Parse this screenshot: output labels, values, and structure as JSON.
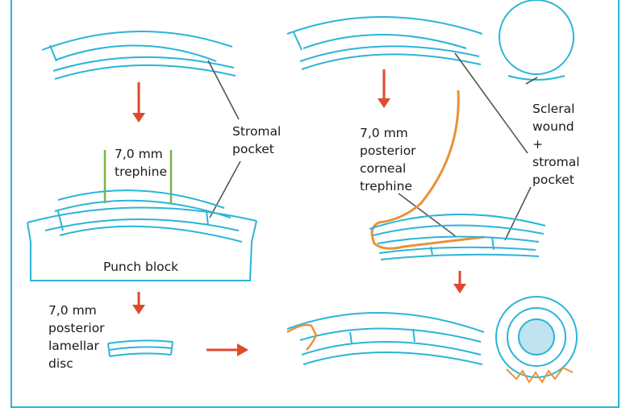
{
  "labels": {
    "stromal_pocket_left": [
      "Stromal",
      "pocket"
    ],
    "trephine_left": [
      "7,0 mm",
      "trephine"
    ],
    "punch_block": "Punch block",
    "posterior_lamellar_disc": [
      "7,0 mm",
      "posterior",
      "lamellar",
      "disc"
    ],
    "posterior_corneal_trephine": [
      "7,0 mm",
      "posterior",
      "corneal",
      "trephine"
    ],
    "scleral_wound": [
      "Scleral",
      "wound",
      "+",
      "stromal",
      "pocket"
    ]
  },
  "colors": {
    "structure": "#2bb5d8",
    "arrow": "#e0492c",
    "trephine": "#7ab648",
    "tool": "#e8923a",
    "lens_fill": "#bfe3ef",
    "pointer": "#555555",
    "text": "#1a1a1a"
  }
}
